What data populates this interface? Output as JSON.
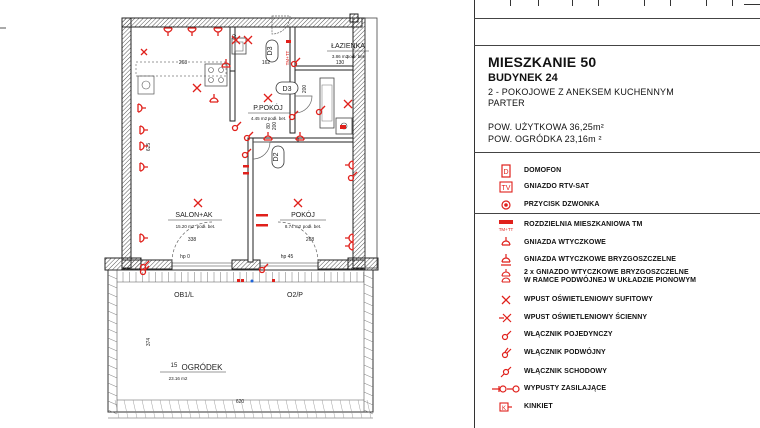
{
  "plan": {
    "rooms": [
      {
        "name": "ŁAZIENKA",
        "area": "3.86 m2",
        "floor": "podł. bet."
      },
      {
        "name": "P.POKÓJ",
        "area": "4.45 m2",
        "floor": "podł. bet."
      },
      {
        "name": "SALON+AK",
        "area": "15.20 m2",
        "floor": "podł. bet."
      },
      {
        "name": "POKÓJ",
        "area": "8.74 m2",
        "floor": "podł. bet."
      },
      {
        "name": "OGRÓDEK",
        "area": "23.16 m2"
      }
    ],
    "garden_number": "15",
    "doors": [
      "D3",
      "D2",
      "D3"
    ],
    "windows": [
      "OB1/L",
      "O2/P"
    ],
    "tm_label": "TM+TT",
    "dims": [
      "263",
      "162",
      "130",
      "338",
      "268",
      "625",
      "374",
      "620",
      "60",
      "200",
      "80",
      "200"
    ],
    "hp_labels": [
      "hp 0",
      "hp 45"
    ]
  },
  "header": {
    "title": "MIESZKANIE 50",
    "building": "BUDYNEK 24",
    "type_line": "2 - POKOJOWE Z ANEKSEM KUCHENNYM",
    "floor_line": "PARTER",
    "area_usable": "POW. UŻYTKOWA 36,25m²",
    "area_garden": "POW. OGRÓDKA 23,16m ²"
  },
  "legend": [
    {
      "icon": "intercom-icon",
      "label": "DOMOFON"
    },
    {
      "icon": "rtv-sat-socket-icon",
      "label": "GNIAZDO RTV-SAT"
    },
    {
      "icon": "doorbell-button-icon",
      "label": "PRZYCISK DZWONKA"
    },
    {
      "icon": "distribution-box-icon",
      "label": "ROZDZIELNIA MIESZKANIOWA TM",
      "sublabel": "TM+TT"
    },
    {
      "icon": "socket-icon",
      "label": "GNIAZDA WTYCZKOWE"
    },
    {
      "icon": "splashproof-socket-icon",
      "label": "GNIAZDA WTYCZKOWE BRYZGOSZCZELNE"
    },
    {
      "icon": "double-splashproof-socket-icon",
      "label": "2 x GNIAZDO WTYCZKOWE BRYZGOSZCZELNE",
      "label2": "W RAMCE PODWÓJNEJ W UKŁADZIE PIONOWYM"
    },
    {
      "icon": "ceiling-light-outlet-icon",
      "label": "WPUST OŚWIETLENIOWY SUFITOWY"
    },
    {
      "icon": "wall-light-outlet-icon",
      "label": "WPUST OŚWIETLENIOWY ŚCIENNY"
    },
    {
      "icon": "single-switch-icon",
      "label": "WŁĄCZNIK POJEDYNCZY"
    },
    {
      "icon": "double-switch-icon",
      "label": "WŁĄCZNIK PODWÓJNY"
    },
    {
      "icon": "staircase-switch-icon",
      "label": "WŁĄCZNIK SCHODOWY"
    },
    {
      "icon": "power-outlet-icon",
      "label": "WYPUSTY ZASILAJĄCE"
    },
    {
      "icon": "kinkiet-icon",
      "label": "KINKIET"
    }
  ]
}
